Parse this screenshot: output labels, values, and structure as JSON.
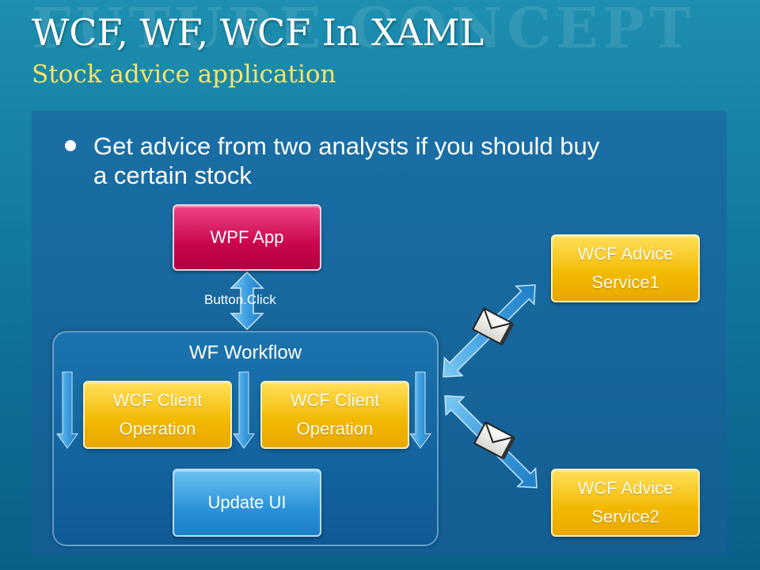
{
  "slide": {
    "watermark": "FUTURE CONCEPT",
    "title": "WCF, WF, WCF In XAML",
    "subtitle": "Stock advice application",
    "bullet": "Get advice from two analysts if you should buy a certain stock"
  },
  "diagram": {
    "wpf_app": "WPF App",
    "button_click": "Button.Click",
    "workflow_title": "WF Workflow",
    "client_op_1": "WCF Client\nOperation",
    "client_op_2": "WCF Client\nOperation",
    "update_ui": "Update UI",
    "service_1": "WCF Advice\nService1",
    "service_2": "WCF Advice\nService2"
  },
  "colors": {
    "title_text": "#ffffff",
    "subtitle_text": "#f7e36a",
    "pink_node": "#d6165e",
    "gold_node": "#f2b800",
    "blue_node": "#2a92d8"
  }
}
